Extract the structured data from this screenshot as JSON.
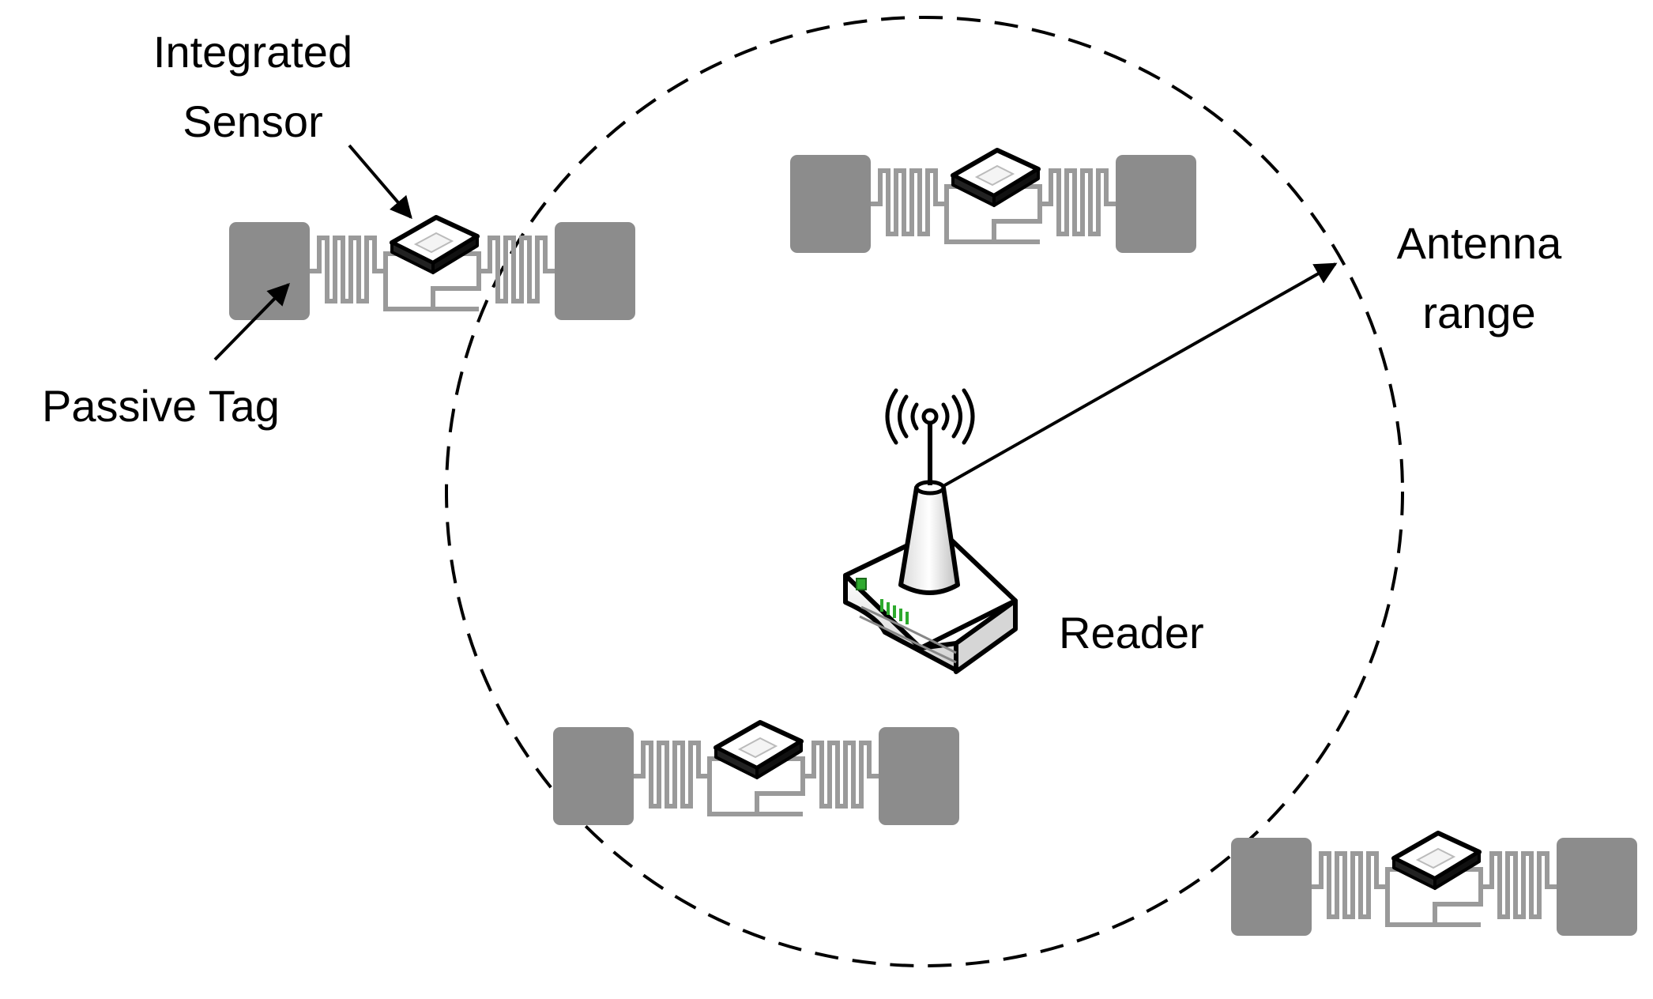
{
  "labels": {
    "integrated_sensor_line1": "Integrated",
    "integrated_sensor_line2": "Sensor",
    "passive_tag": "Passive Tag",
    "antenna_range_line1": "Antenna",
    "antenna_range_line2": "range",
    "reader": "Reader"
  },
  "colors": {
    "tag_pad": "#8c8c8c",
    "tag_trace": "#9a9a9a",
    "line": "#000000",
    "reader_led": "#2eaa2e"
  }
}
